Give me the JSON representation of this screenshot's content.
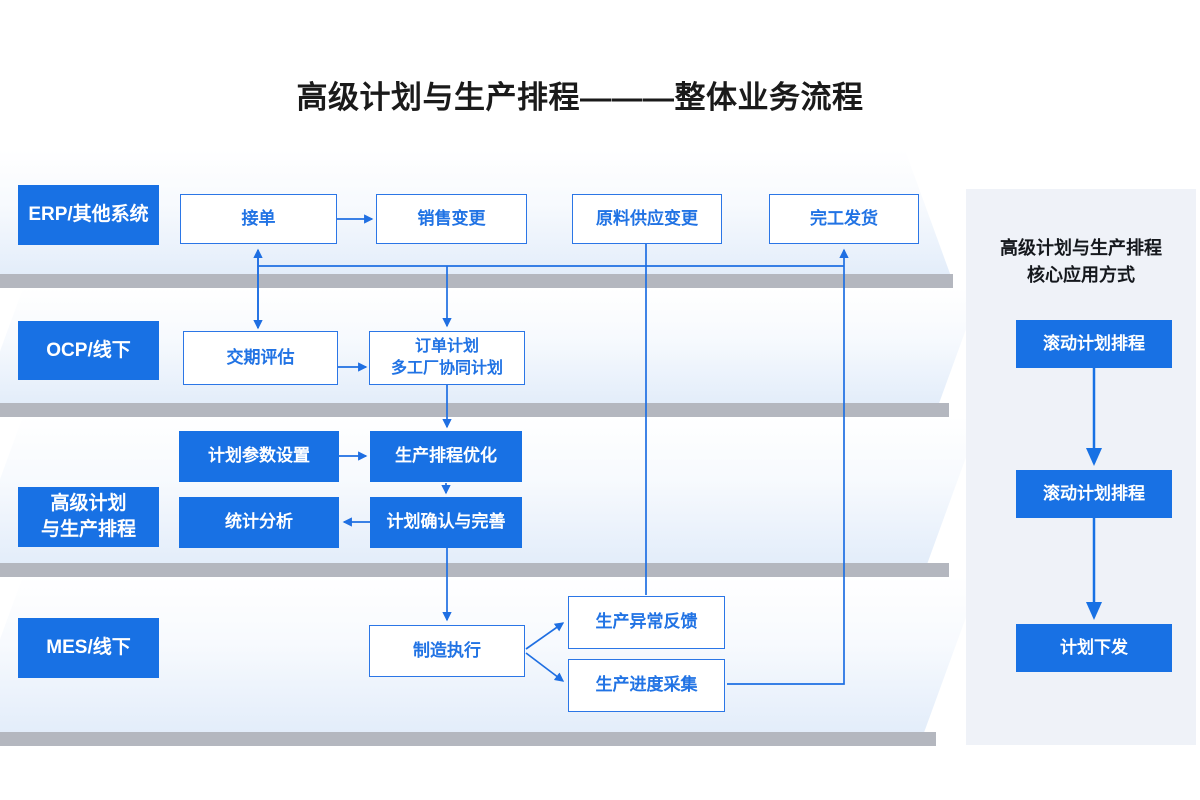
{
  "title": "高级计划与生产排程———整体业务流程",
  "lanes": {
    "erp": {
      "label": "ERP/其他系统"
    },
    "ocp": {
      "label": "OCP/线下"
    },
    "aps": {
      "line1": "高级计划",
      "line2": "与生产排程"
    },
    "mes": {
      "label": "MES/线下"
    }
  },
  "nodes": {
    "jiedan": {
      "label": "接单"
    },
    "xiaoshou": {
      "label": "销售变更"
    },
    "yuanliao": {
      "label": "原料供应变更"
    },
    "wangong": {
      "label": "完工发货"
    },
    "jiaoqi": {
      "label": "交期评估"
    },
    "dingdan": {
      "line1": "订单计划",
      "line2": "多工厂协同计划"
    },
    "canshu": {
      "label": "计划参数设置"
    },
    "paicheng": {
      "label": "生产排程优化"
    },
    "tongji": {
      "label": "统计分析"
    },
    "queren": {
      "label": "计划确认与完善"
    },
    "zhizao": {
      "label": "制造执行"
    },
    "yichang": {
      "label": "生产异常反馈"
    },
    "jindu": {
      "label": "生产进度采集"
    }
  },
  "side_panel": {
    "title_line1": "高级计划与生产排程",
    "title_line2": "核心应用方式",
    "step1": "滚动计划排程",
    "step2": "滚动计划排程",
    "step3": "计划下发"
  },
  "colors": {
    "accent_fill": "#1871e4",
    "accent_line": "#1f6fe2",
    "band_tint": "#e3edfa",
    "bar_gray": "#b4b7bf",
    "panel_bg": "#eff2f8",
    "title_text": "#1a1a1a"
  }
}
